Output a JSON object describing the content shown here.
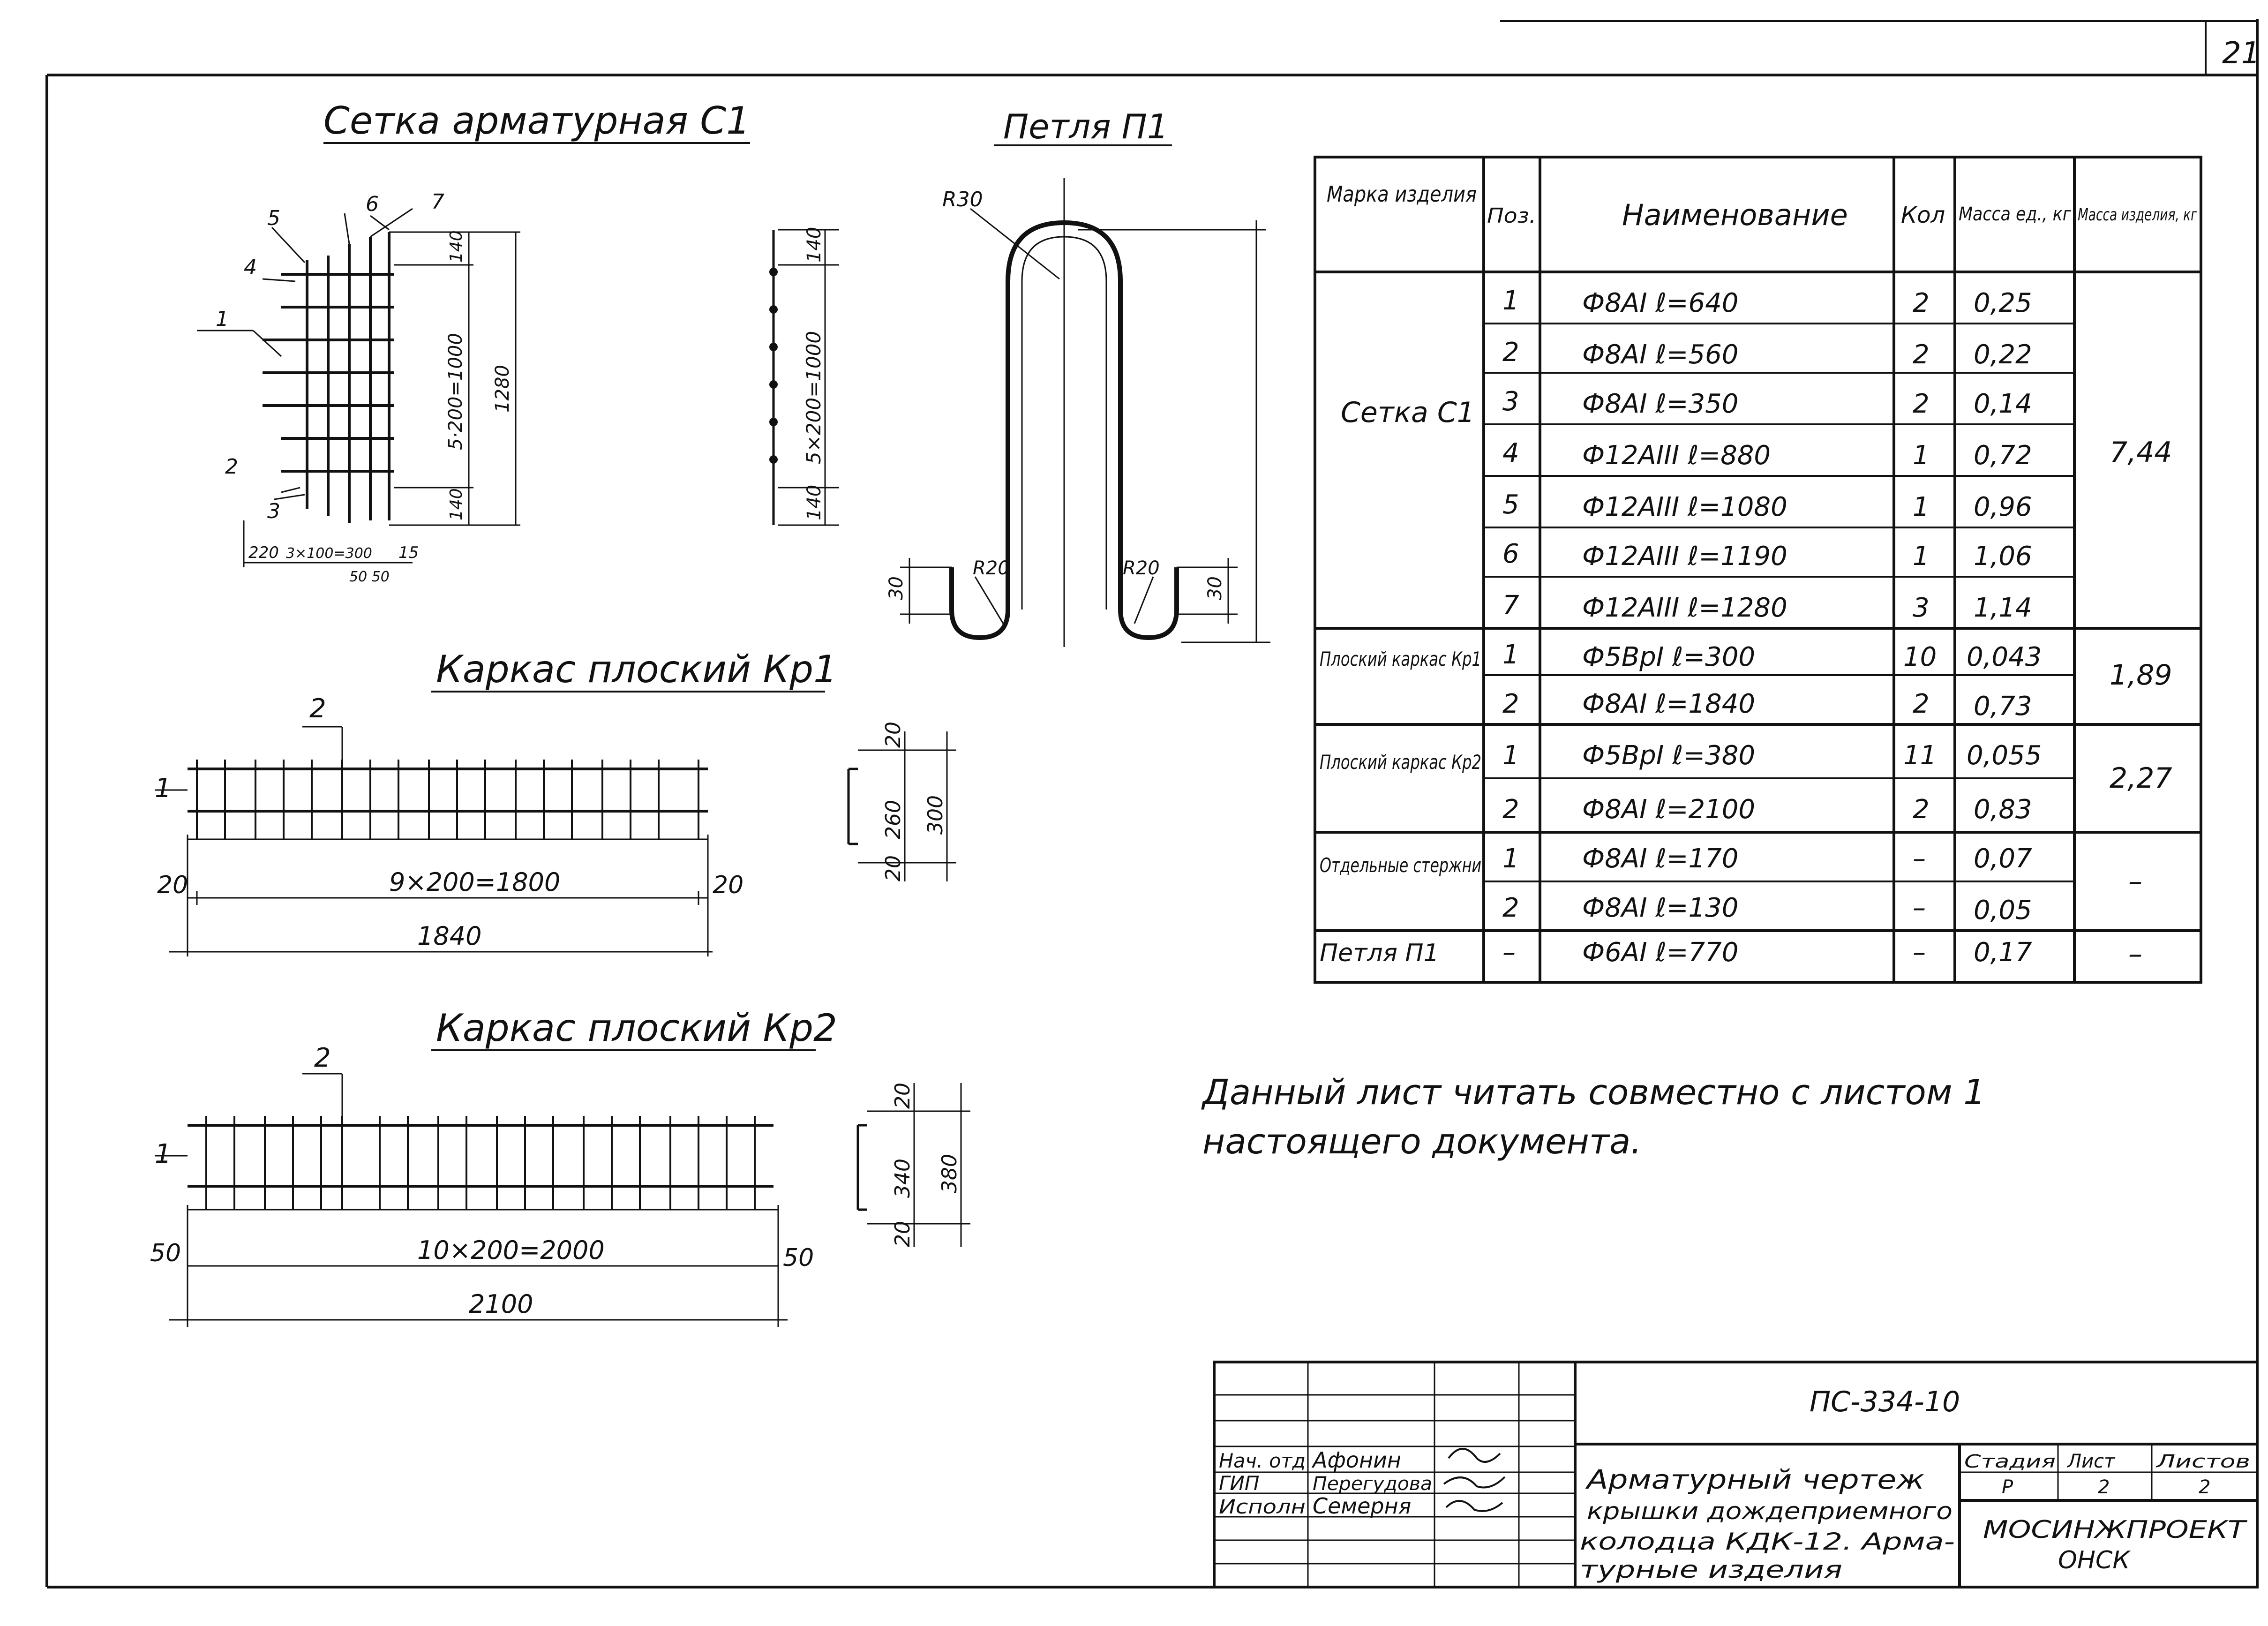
{
  "sheet_number": "21",
  "views": {
    "mesh_c1": {
      "title": "Сетка арматурная С1",
      "pos_labels": [
        "1",
        "2",
        "3",
        "4",
        "5",
        "6",
        "7"
      ],
      "dim_top": "140",
      "dim_middle": "5·200=1000",
      "dim_bottom": "140",
      "dim_total": "1280",
      "dim_bottom_left": "220",
      "dim_bottom_mid": "3×100=300",
      "dim_bottom_right": "15",
      "dim_bottom_50": "50 50"
    },
    "mesh_c1_side": {
      "dim_top": "140",
      "dim_middle": "5×200=1000",
      "dim_bottom": "140"
    },
    "loop_p1": {
      "title": "Петля П1",
      "radius_top": "R30",
      "radius_left": "R20",
      "radius_right": "R20",
      "dim_left": "30",
      "dim_right": "30"
    },
    "frame_kp1": {
      "title": "Каркас плоский Кр1",
      "label_pos1": "1",
      "label_pos2": "2",
      "dim_left": "20",
      "dim_right": "20",
      "dim_span": "9×200=1800",
      "dim_total": "1840",
      "section_top": "20",
      "section_mid": "260",
      "section_total": "300",
      "section_bottom": "20"
    },
    "frame_kp2": {
      "title": "Каркас плоский Кр2",
      "label_pos1": "1",
      "label_pos2": "2",
      "dim_left": "50",
      "dim_right": "50",
      "dim_span": "10×200=2000",
      "dim_total": "2100",
      "section_top": "20",
      "section_mid": "340",
      "section_total": "380",
      "section_bottom": "20"
    }
  },
  "spec_table": {
    "headers": [
      "Марка изделия",
      "Поз.",
      "Наименование",
      "Кол",
      "Масса ед., кг",
      "Масса изделия, кг"
    ],
    "groups": [
      {
        "mark": "Сетка С1",
        "total_mass": "7,44",
        "rows": [
          {
            "pos": "1",
            "name": "Ф8АI ℓ=640",
            "qty": "2",
            "mass": "0,25"
          },
          {
            "pos": "2",
            "name": "Ф8АI ℓ=560",
            "qty": "2",
            "mass": "0,22"
          },
          {
            "pos": "3",
            "name": "Ф8АI ℓ=350",
            "qty": "2",
            "mass": "0,14"
          },
          {
            "pos": "4",
            "name": "Ф12АIII ℓ=880",
            "qty": "1",
            "mass": "0,72"
          },
          {
            "pos": "5",
            "name": "Ф12АIII ℓ=1080",
            "qty": "1",
            "mass": "0,96"
          },
          {
            "pos": "6",
            "name": "Ф12АIII ℓ=1190",
            "qty": "1",
            "mass": "1,06"
          },
          {
            "pos": "7",
            "name": "Ф12АIII ℓ=1280",
            "qty": "3",
            "mass": "1,14"
          }
        ]
      },
      {
        "mark": "Плоский каркас Кр1",
        "total_mass": "1,89",
        "rows": [
          {
            "pos": "1",
            "name": "Ф5ВрI ℓ=300",
            "qty": "10",
            "mass": "0,043"
          },
          {
            "pos": "2",
            "name": "Ф8АI ℓ=1840",
            "qty": "2",
            "mass": "0,73"
          }
        ]
      },
      {
        "mark": "Плоский каркас Кр2",
        "total_mass": "2,27",
        "rows": [
          {
            "pos": "1",
            "name": "Ф5ВрI ℓ=380",
            "qty": "11",
            "mass": "0,055"
          },
          {
            "pos": "2",
            "name": "Ф8АI ℓ=2100",
            "qty": "2",
            "mass": "0,83"
          }
        ]
      },
      {
        "mark": "Отдельные стержни",
        "total_mass": "–",
        "rows": [
          {
            "pos": "1",
            "name": "Ф8АI ℓ=170",
            "qty": "–",
            "mass": "0,07"
          },
          {
            "pos": "2",
            "name": "Ф8АI ℓ=130",
            "qty": "–",
            "mass": "0,05"
          }
        ]
      },
      {
        "mark": "Петля П1",
        "total_mass": "–",
        "rows": [
          {
            "pos": "–",
            "name": "Ф6АI ℓ=770",
            "qty": "–",
            "mass": "0,17"
          }
        ]
      }
    ]
  },
  "note": {
    "line1": "Данный лист читать совместно с листом 1",
    "line2": "настоящего документа."
  },
  "title_block": {
    "doc_code": "ПС-334-10",
    "roles": [
      "Нач. отд",
      "ГИП",
      "Исполн"
    ],
    "names": [
      "Афонин",
      "Перегудова",
      "Семерня"
    ],
    "title_lines": [
      "Арматурный чертеж",
      "крышки дождеприемного",
      "колодца КДК-12. Арма-",
      "турные изделия"
    ],
    "stage_label": "Стадия",
    "sheet_label": "Лист",
    "sheets_label": "Листов",
    "stage": "Р",
    "sheet": "2",
    "sheets": "2",
    "org_line1": "МОСИНЖПРОЕКТ",
    "org_line2": "ОНСК"
  }
}
